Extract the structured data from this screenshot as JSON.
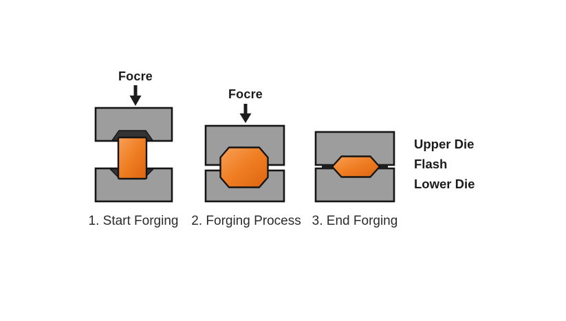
{
  "title": "Forging process diagram",
  "colors": {
    "page_bg": "#ffffff",
    "die_gray": "#9d9d9d",
    "outline": "#151515",
    "notch_dark": "#333333",
    "arrow_color": "#1c1c1c",
    "flash_dark": "#1e1e1e",
    "work_light": "#f8a057",
    "work_mid": "#ef7d22",
    "work_dark": "#dd6410",
    "text_dark": "#1b1b1b",
    "caption_color": "#2b2b2b"
  },
  "stages": [
    {
      "force_label": "Focre",
      "caption": "1. Start Forging"
    },
    {
      "force_label": "Focre",
      "caption": "2. Forging Process"
    },
    {
      "caption": "3. End Forging"
    }
  ],
  "legend": {
    "upper_die": "Upper Die",
    "flash": "Flash",
    "lower_die": "Lower Die"
  }
}
